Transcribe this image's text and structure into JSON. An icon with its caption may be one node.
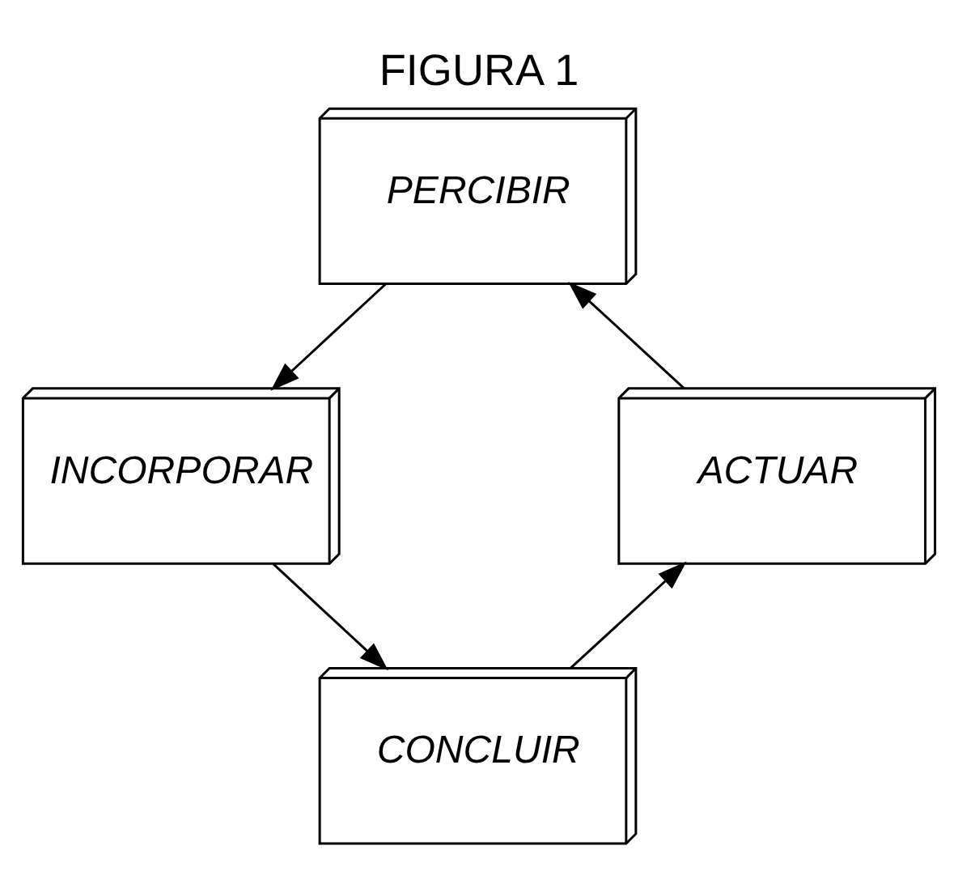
{
  "diagram": {
    "title": "FIGURA 1",
    "nodes": [
      {
        "text": [
          "PERCIBIR"
        ]
      },
      {
        "text": [
          "INCORPORAR"
        ]
      },
      {
        "text": [
          "CONCLUIR"
        ]
      },
      {
        "text": [
          "ACTUAR"
        ]
      }
    ],
    "edges": [
      {
        "from": 0,
        "to": 1,
        "arrow": "to"
      },
      {
        "from": 1,
        "to": 2,
        "arrow": "to"
      },
      {
        "from": 2,
        "to": 3,
        "arrow": "to"
      },
      {
        "from": 3,
        "to": 0,
        "arrow": "to"
      }
    ]
  }
}
